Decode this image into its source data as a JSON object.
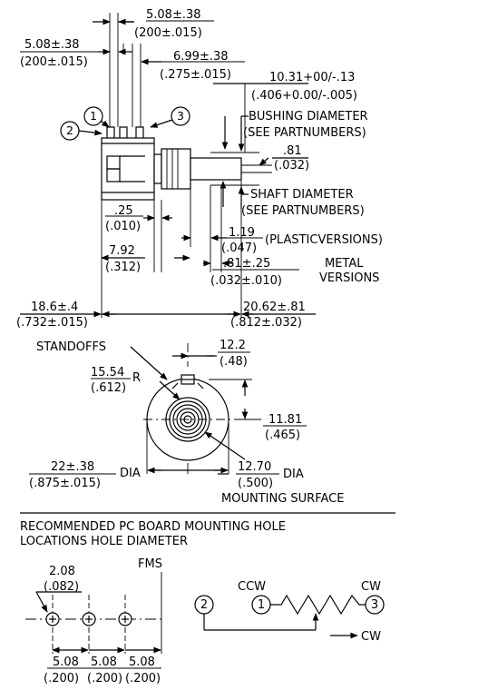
{
  "top_view": {
    "dim_508_a": "5.08±.38",
    "dim_200_a": "(200±.015)",
    "dim_508_b": "5.08±.38",
    "dim_200_b": "(200±.015)",
    "dim_699": "6.99±.38",
    "dim_275": "(.275±.015)",
    "dim_1031": "10.31+00/-.13",
    "dim_406": "(.406+0.00/-.005)",
    "bushing_1": "BUSHING DIAMETER",
    "bushing_2": "(SEE PARTNUMBERS)",
    "dim_081": ".81",
    "dim_032": "(.032)",
    "shaft_1": "SHAFT DIAMETER",
    "shaft_2": "(SEE PARTNUMBERS)",
    "dim_025": ".25",
    "dim_010": "(.010)",
    "dim_119": "1.19",
    "dim_047": "(.047)",
    "plastic_versions": "(PLASTICVERSIONS)",
    "dim_792": "7.92",
    "dim_312": "(.312)",
    "dim_081_25": ".81±.25",
    "dim_032_010": "(.032±.010)",
    "metal_1": "METAL",
    "metal_2": "VERSIONS",
    "dim_186": "18.6±.4",
    "dim_732": "(.732±.015)",
    "dim_2062": "20.62±.81",
    "dim_812": "(.812±.032)",
    "pin_1": "1",
    "pin_2": "2",
    "pin_3": "3"
  },
  "front_view": {
    "standoffs": "STANDOFFS",
    "dim_122": "12.2",
    "dim_48": "(.48)",
    "dim_1554": "15.54",
    "dim_612": "(.612)",
    "r_label": "R",
    "dim_1181": "11.81",
    "dim_465": "(.465)",
    "dim_22": "22±.38",
    "dim_875": "(.875±.015)",
    "dia_a": "DIA",
    "dim_1270": "12.70",
    "dim_500": "(.500)",
    "dia_b": "DIA",
    "mounting_surface": "MOUNTING SURFACE"
  },
  "pcb": {
    "heading_1": "RECOMMENDED PC BOARD MOUNTING HOLE",
    "heading_2": "LOCATIONS HOLE DIAMETER",
    "fms": "FMS",
    "dim_208": "2.08",
    "dim_082": "(.082)",
    "dim_508_1": "5.08",
    "dim_508_2": "5.08",
    "dim_508_3": "5.08",
    "dim_200_1": "(.200)",
    "dim_200_2": "(.200)",
    "dim_200_3": "(.200)"
  },
  "schematic": {
    "ccw": "CCW",
    "cw_top": "CW",
    "cw_arrow": "CW",
    "pin_1": "1",
    "pin_2": "2",
    "pin_3": "3"
  }
}
